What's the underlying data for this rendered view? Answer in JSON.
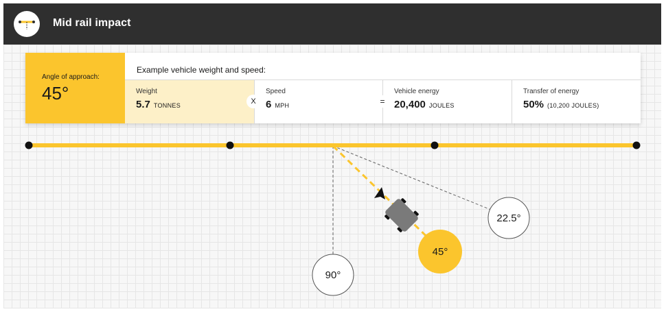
{
  "header": {
    "title": "Mid rail impact",
    "icon": "rail-icon"
  },
  "approach": {
    "label": "Angle of approach:",
    "value": "45°"
  },
  "example": {
    "label": "Example vehicle weight and speed:"
  },
  "metrics": {
    "weight": {
      "label": "Weight",
      "value": "5.7",
      "unit": "TONNES"
    },
    "speed": {
      "label": "Speed",
      "value": "6",
      "unit": "MPH"
    },
    "energy": {
      "label": "Vehicle energy",
      "value": "20,400",
      "unit": "JOULES"
    },
    "transfer": {
      "label": "Transfer of energy",
      "value": "50%",
      "unit": "(10,200 JOULES)"
    }
  },
  "operators": {
    "times": "X",
    "equals": "="
  },
  "angles": {
    "a90": "90°",
    "a45": "45°",
    "a22": "22.5°",
    "selected": "45°"
  },
  "colors": {
    "accent": "#fbc52d",
    "header_bg": "#2f2f2f",
    "weight_bg": "#fdf0c8",
    "vehicle": "#7a7a7a"
  }
}
